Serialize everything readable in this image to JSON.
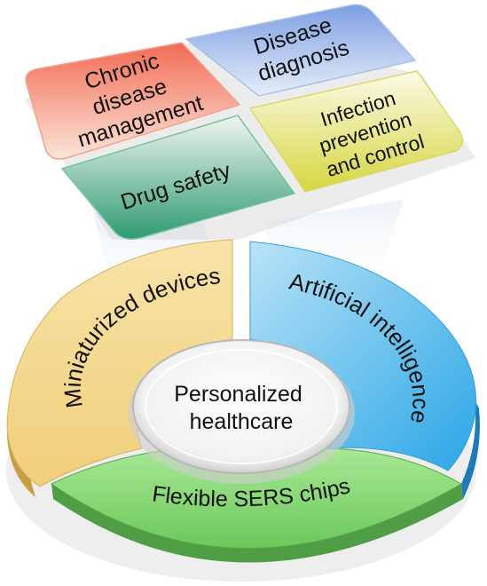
{
  "top_panel": {
    "tiles": {
      "chronic": {
        "lines": [
          "Chronic",
          "disease",
          "management"
        ],
        "color": "#f08870"
      },
      "diagnosis": {
        "lines": [
          "Disease",
          "diagnosis"
        ],
        "color": "#8eaee6"
      },
      "drug": {
        "lines": [
          "Drug safety"
        ],
        "color": "#5fb38c"
      },
      "infection": {
        "lines": [
          "Infection",
          "prevention",
          "and control"
        ],
        "color": "#e2e27a"
      }
    }
  },
  "ring": {
    "center_label_lines": [
      "Personalized",
      "healthcare"
    ],
    "segments": {
      "miniaturized": {
        "label": "Miniaturized devices",
        "color": "#f5d88e"
      },
      "ai": {
        "label": "Artificial intelligence",
        "color": "#66c3ef"
      },
      "sers": {
        "label": "Flexible SERS chips",
        "color": "#8fdc7c"
      }
    }
  }
}
